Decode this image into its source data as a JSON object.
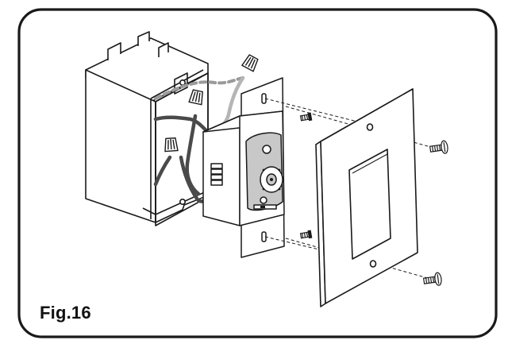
{
  "figure": {
    "caption": "Fig.16"
  },
  "colors": {
    "stroke": "#1a1a1a",
    "wire_dark": "#4a4a4a",
    "wire_light": "#b5b5b5",
    "dotted_wire": "#9a9a9a",
    "remote_face": "#c8c8c8",
    "paper": "#ffffff"
  },
  "parts": [
    "junction-box",
    "wire-nuts",
    "wall-control-switch",
    "mounting-screws",
    "wall-plate",
    "wall-plate-screws"
  ]
}
